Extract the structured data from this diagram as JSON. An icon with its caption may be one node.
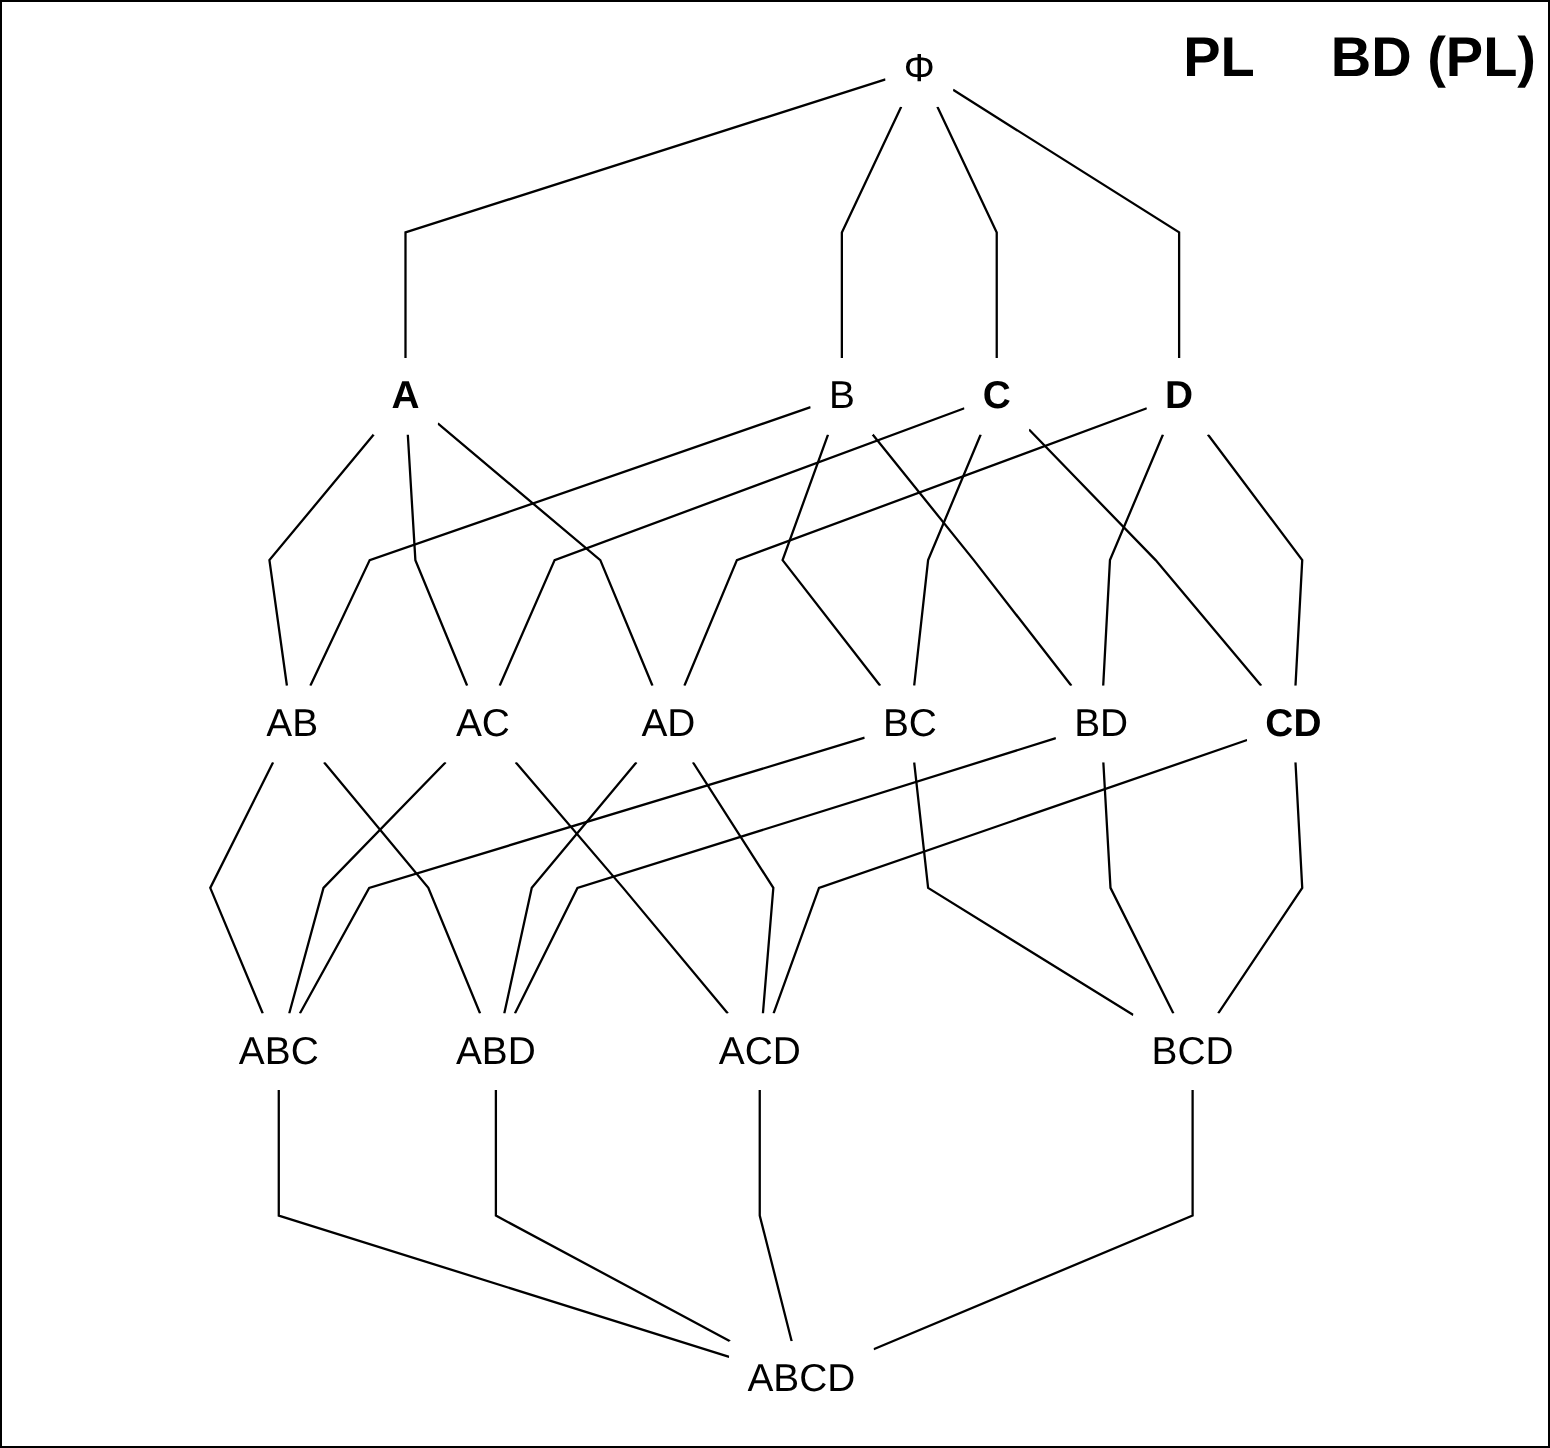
{
  "diagram": {
    "nodes": [
      {
        "text": [
          "Φ"
        ]
      },
      {
        "text": [
          "A"
        ]
      },
      {
        "text": [
          "B"
        ]
      },
      {
        "text": [
          "C"
        ]
      },
      {
        "text": [
          "D"
        ]
      },
      {
        "text": [
          "AB"
        ]
      },
      {
        "text": [
          "AC"
        ]
      },
      {
        "text": [
          "AD"
        ]
      },
      {
        "text": [
          "BC"
        ]
      },
      {
        "text": [
          "BD"
        ]
      },
      {
        "text": [
          "CD"
        ]
      },
      {
        "text": [
          "ABC"
        ]
      },
      {
        "text": [
          "ABD"
        ]
      },
      {
        "text": [
          "ACD"
        ]
      },
      {
        "text": [
          "BCD"
        ]
      },
      {
        "text": [
          "ABCD"
        ]
      }
    ],
    "edges": [
      {
        "from": 0,
        "to": 1,
        "arrow": "none"
      },
      {
        "from": 0,
        "to": 2,
        "arrow": "none"
      },
      {
        "from": 0,
        "to": 3,
        "arrow": "none"
      },
      {
        "from": 0,
        "to": 4,
        "arrow": "none"
      },
      {
        "from": 1,
        "to": 5,
        "arrow": "none"
      },
      {
        "from": 1,
        "to": 6,
        "arrow": "none"
      },
      {
        "from": 1,
        "to": 7,
        "arrow": "none"
      },
      {
        "from": 2,
        "to": 5,
        "arrow": "none"
      },
      {
        "from": 2,
        "to": 8,
        "arrow": "none"
      },
      {
        "from": 2,
        "to": 9,
        "arrow": "none"
      },
      {
        "from": 3,
        "to": 6,
        "arrow": "none"
      },
      {
        "from": 3,
        "to": 8,
        "arrow": "none"
      },
      {
        "from": 3,
        "to": 10,
        "arrow": "none"
      },
      {
        "from": 4,
        "to": 7,
        "arrow": "none"
      },
      {
        "from": 4,
        "to": 9,
        "arrow": "none"
      },
      {
        "from": 4,
        "to": 10,
        "arrow": "none"
      },
      {
        "from": 5,
        "to": 11,
        "arrow": "none"
      },
      {
        "from": 5,
        "to": 12,
        "arrow": "none"
      },
      {
        "from": 6,
        "to": 11,
        "arrow": "none"
      },
      {
        "from": 6,
        "to": 13,
        "arrow": "none"
      },
      {
        "from": 7,
        "to": 12,
        "arrow": "none"
      },
      {
        "from": 7,
        "to": 13,
        "arrow": "none"
      },
      {
        "from": 8,
        "to": 11,
        "arrow": "none"
      },
      {
        "from": 8,
        "to": 14,
        "arrow": "none"
      },
      {
        "from": 9,
        "to": 12,
        "arrow": "none"
      },
      {
        "from": 9,
        "to": 14,
        "arrow": "none"
      },
      {
        "from": 10,
        "to": 13,
        "arrow": "none"
      },
      {
        "from": 10,
        "to": 14,
        "arrow": "none"
      },
      {
        "from": 11,
        "to": 15,
        "arrow": "none"
      },
      {
        "from": 12,
        "to": 15,
        "arrow": "none"
      },
      {
        "from": 13,
        "to": 15,
        "arrow": "none"
      },
      {
        "from": 14,
        "to": 15,
        "arrow": "none"
      }
    ],
    "labels": [
      "PL",
      "BD (PL)"
    ]
  }
}
